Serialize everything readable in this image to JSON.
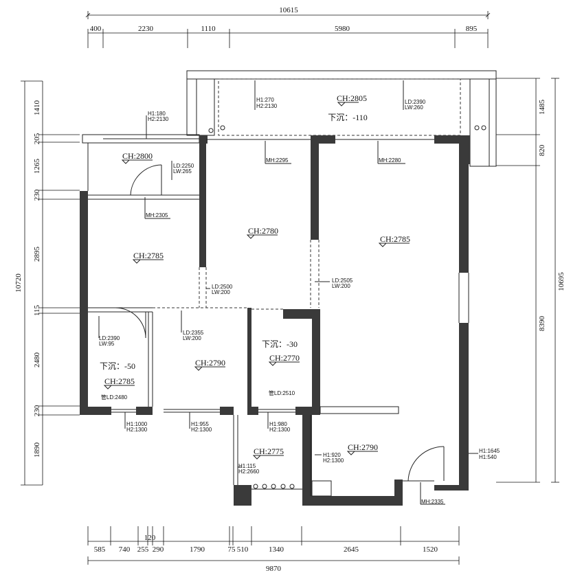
{
  "dims_top": {
    "total": "10615",
    "segments": [
      "400",
      "2230",
      "1110",
      "5980",
      "895"
    ]
  },
  "dims_bottom": {
    "total": "9870",
    "extra": "120",
    "segments": [
      "585",
      "740",
      "255",
      "290",
      "1790",
      "75",
      "510",
      "1340",
      "2645",
      "1520"
    ]
  },
  "dims_left": {
    "total": "10720",
    "segments": [
      "1410",
      "205",
      "1265",
      "230",
      "2895",
      "115",
      "2480",
      "230",
      "1890"
    ]
  },
  "dims_right": {
    "total": "10695",
    "segments": [
      "1485",
      "820",
      "8390"
    ]
  },
  "rooms": {
    "balcony": {
      "ch": "CH:2805",
      "drop": "下沉：-110"
    },
    "top_left": {
      "ch": "CH:2800"
    },
    "bedroom_left": {
      "ch": "CH:2785"
    },
    "bedroom_mid": {
      "ch": "CH:2780"
    },
    "living": {
      "ch": "CH:2785"
    },
    "bath_left": {
      "drop": "下沉：-50",
      "ch": "CH:2785",
      "pipe": "管LD:2480"
    },
    "study": {
      "ch": "CH:2790"
    },
    "bath_right": {
      "drop": "下沉：-30",
      "ch": "CH:2770",
      "pipe": "管LD:2510"
    },
    "kitchen": {
      "ch": "CH:2775"
    },
    "entry": {
      "ch": "CH:2790"
    }
  },
  "notes": {
    "balc_h1": "H1:270",
    "balc_h2": "H2:2130",
    "balc_ld": "LD:2390",
    "balc_lw": "LW:260",
    "tl_h1": "H1:180",
    "tl_h2": "H2:2130",
    "tl_ld": "LD:2250",
    "tl_lw": "LW:265",
    "mh_2295": "MH:2295",
    "mh_2280": "MH:2280",
    "mh_2305": "MH:2305",
    "mid_ld": "LD:2500",
    "mid_lw": "LW:200",
    "liv_ld": "LD:2505",
    "liv_lw": "LW:200",
    "bl_ld": "LD:2390",
    "bl_lw": "LW:95",
    "st_ld": "LD:2355",
    "st_lw": "LW:200",
    "w1_h1": "H1:1000",
    "w1_h2": "H2:1300",
    "w2_h1": "H1:955",
    "w2_h2": "H2:1300",
    "w3_h1": "H1:980",
    "w3_h2": "H2:1300",
    "k_h1": "H1:115",
    "k_h2": "H2:2660",
    "e_h1": "H1:920",
    "e_h2": "H2:1300",
    "r_h1": "H1:1645",
    "r_h2": "H1:540",
    "mh_2335": "MH:2335"
  }
}
